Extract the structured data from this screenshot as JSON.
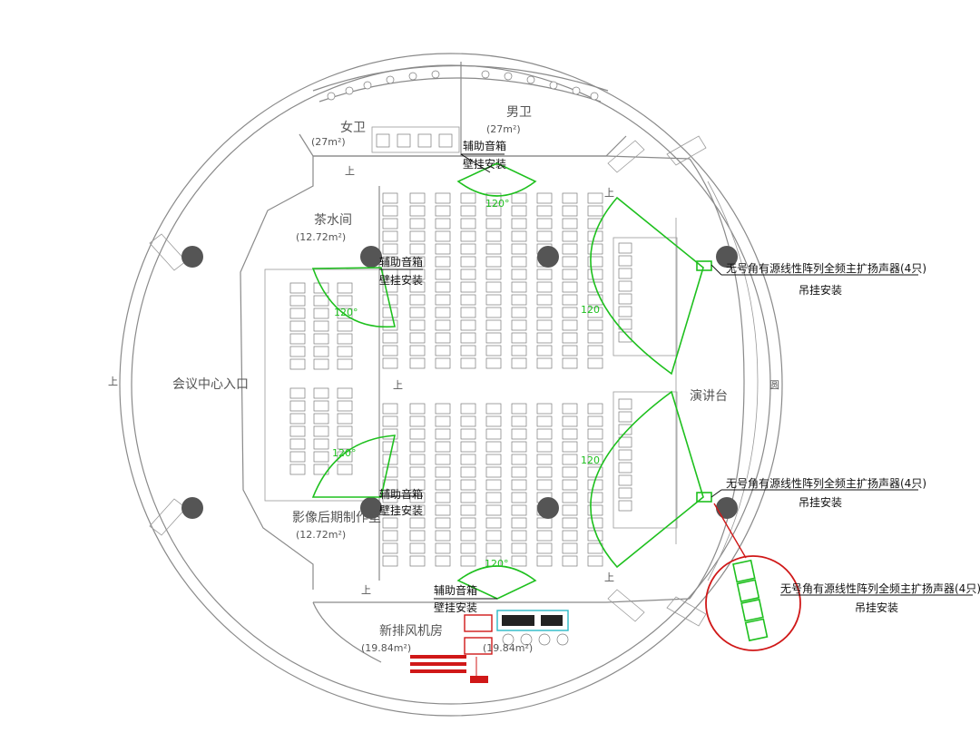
{
  "rooms": {
    "female_wc": "女卫",
    "female_wc_area": "(27m²)",
    "male_wc": "男卫",
    "male_wc_area": "(27m²)",
    "tea_room": "茶水间",
    "tea_room_area": "(12.72m²)",
    "entrance": "会议中心入口",
    "post_production": "影像后期制作室",
    "post_production_area": "(12.72m²)",
    "fan_room": "新排风机房",
    "fan_room_area": "(19.84m²)",
    "fan_room_area2": "(19.84m²)",
    "stage": "演讲台"
  },
  "marks": {
    "up": "上",
    "yuan": "圆"
  },
  "annotations": {
    "aux_speaker": "辅助音箱",
    "wall_mount": "壁挂安装",
    "main_speaker": "无号角有源线性阵列全频主扩扬声器(4只)",
    "hang_mount": "吊挂安装"
  },
  "angles": {
    "top": "120°",
    "left_upper": "120°",
    "left_lower": "120°",
    "bottom": "120°",
    "right_upper": "120",
    "right_lower": "120"
  },
  "colors": {
    "coverage": "#1ec01e",
    "callout": "#d01818",
    "wall": "#8a8a8a",
    "column": "#555555"
  }
}
